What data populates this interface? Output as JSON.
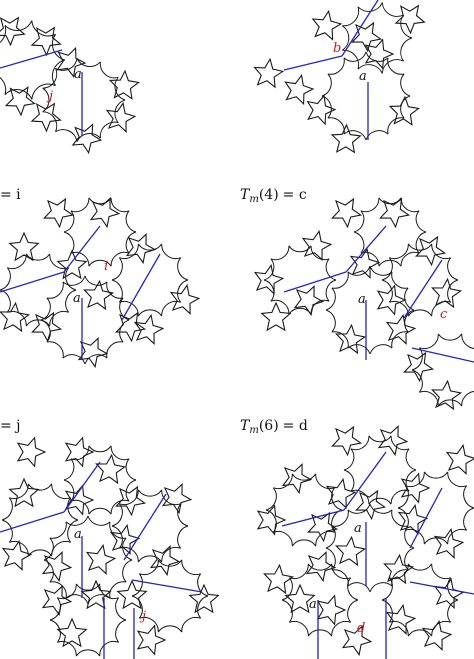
{
  "colors": {
    "stroke": "#1a1a1a",
    "segment": "#2323c8",
    "highlight_label": "#d01818"
  },
  "panels": [
    {
      "caption_fn": "",
      "caption_arg": "",
      "caption_value": "",
      "labels": [
        {
          "text": "a",
          "color": "black"
        },
        {
          "text": "j",
          "color": "red"
        }
      ]
    },
    {
      "caption_fn": "",
      "caption_arg": "",
      "caption_value": "",
      "labels": [
        {
          "text": "b",
          "color": "red"
        },
        {
          "text": "a",
          "color": "black"
        }
      ]
    },
    {
      "caption_fn": "",
      "caption_arg": "",
      "caption_value": "= i",
      "labels": [
        {
          "text": "a",
          "color": "black"
        },
        {
          "text": "i",
          "color": "red"
        }
      ]
    },
    {
      "caption_fn": "T",
      "caption_sub": "m",
      "caption_arg": "(4)",
      "caption_value": "= c",
      "labels": [
        {
          "text": "a",
          "color": "black"
        },
        {
          "text": "c",
          "color": "red"
        }
      ]
    },
    {
      "caption_fn": "",
      "caption_arg": "",
      "caption_value": "= j",
      "labels": [
        {
          "text": "a",
          "color": "black"
        },
        {
          "text": "j",
          "color": "red"
        }
      ]
    },
    {
      "caption_fn": "T",
      "caption_sub": "m",
      "caption_arg": "(6)",
      "caption_value": "= d",
      "labels": [
        {
          "text": "a",
          "color": "black"
        },
        {
          "text": "a",
          "color": "black"
        },
        {
          "text": "d",
          "color": "red"
        }
      ]
    }
  ]
}
